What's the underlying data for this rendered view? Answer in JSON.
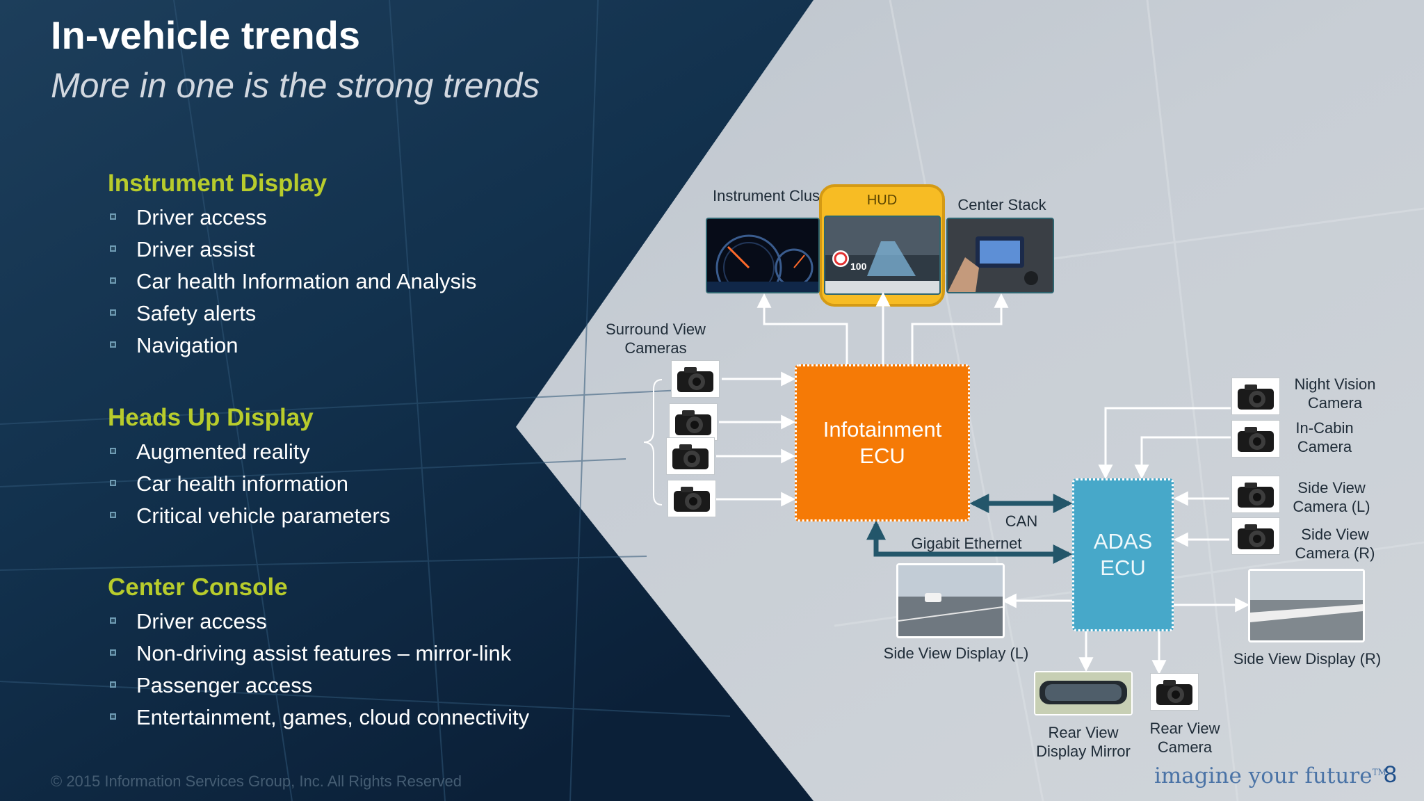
{
  "slide": {
    "title": "In-vehicle trends",
    "subtitle": "More in one is the strong trends",
    "sections": [
      {
        "heading": "Instrument Display",
        "items": [
          "Driver access",
          "Driver assist",
          "Car health Information and Analysis",
          "Safety alerts",
          "Navigation"
        ]
      },
      {
        "heading": "Heads Up Display",
        "items": [
          "Augmented reality",
          "Car health information",
          "Critical vehicle parameters"
        ]
      },
      {
        "heading": "Center Console",
        "items": [
          "Driver access",
          "Non-driving assist features – mirror-link",
          "Passenger access",
          "Entertainment, games, cloud connectivity"
        ]
      }
    ],
    "copyright": "© 2015 Information Services Group, Inc. All Rights Reserved",
    "page_number": "8",
    "logo_text": "imagine your future",
    "logo_tm": "TM"
  },
  "diagram": {
    "instrument_cluster": "Instrument Cluster",
    "hud": "HUD",
    "center_stack": "Center Stack",
    "surround_view": "Surround View Cameras",
    "infotainment_ecu": "Infotainment ECU",
    "adas_ecu": "ADAS ECU",
    "can": "CAN",
    "gigabit_ethernet": "Gigabit Ethernet",
    "night_vision_camera": "Night Vision Camera",
    "in_cabin_camera": "In-Cabin Camera",
    "side_view_camera_l": "Side View Camera (L)",
    "side_view_camera_r": "Side View Camera (R)",
    "side_view_display_l": "Side View Display (L)",
    "side_view_display_r": "Side View Display (R)",
    "rear_view_mirror": "Rear View Display Mirror",
    "rear_view_camera": "Rear View Camera"
  },
  "colors": {
    "heading": "#b8cc2c",
    "infotainment_ecu": "#f57a06",
    "adas_ecu": "#47a8c9",
    "hud_frame": "#f7bc24",
    "connector": "#23566a"
  }
}
